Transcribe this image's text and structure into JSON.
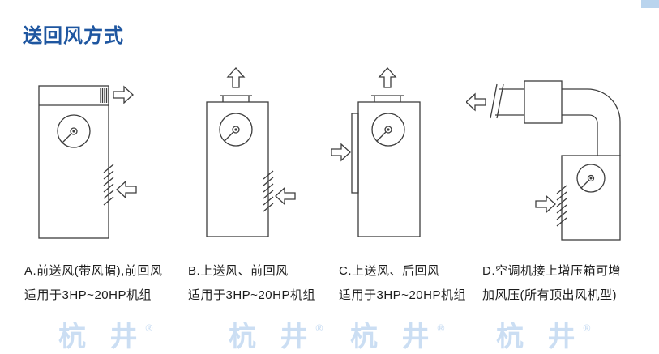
{
  "page": {
    "title": "送回风方式"
  },
  "colors": {
    "title_accent": "#1e56a0",
    "watermark_blue": "#c9ddf3",
    "diagram_line": "#3d3d3d"
  },
  "diagrams": [
    {
      "id": "A",
      "caption_line1": "A.前送风(带风帽),前回风",
      "caption_line2": "适用于3HP~20HP机组"
    },
    {
      "id": "B",
      "caption_line1": "B.上送风、前回风",
      "caption_line2": "适用于3HP~20HP机组"
    },
    {
      "id": "C",
      "caption_line1": "C.上送风、后回风",
      "caption_line2": "适用于3HP~20HP机组"
    },
    {
      "id": "D",
      "caption_line1": "D.空调机接上增压箱可增",
      "caption_line2": "加风压(所有顶出风机型)"
    }
  ],
  "watermark": {
    "text": "杭 井",
    "reg": "®"
  }
}
